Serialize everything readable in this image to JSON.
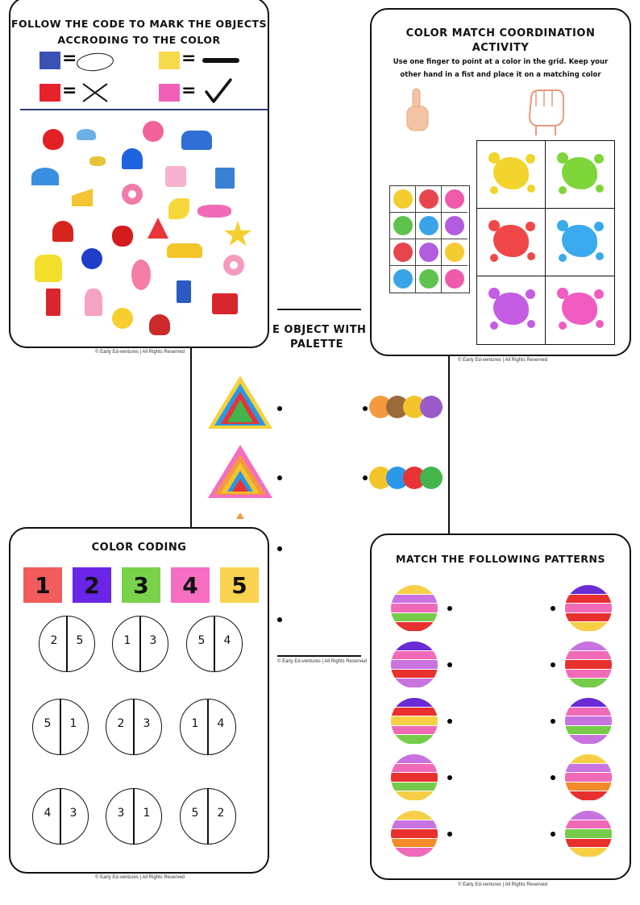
{
  "copyright": "© Early Ed-ventures | All Rights Reserved",
  "card1": {
    "title_line1": "FOLLOW THE CODE TO MARK THE OBJECTS",
    "title_line2": "ACCRODING TO THE COLOR",
    "legend_equals": "=",
    "legend": [
      {
        "color": "#3a52b4",
        "mark": "circle"
      },
      {
        "color": "#f7d94c",
        "mark": "line"
      },
      {
        "color": "#e8222a",
        "mark": "cross"
      },
      {
        "color": "#f060b8",
        "mark": "check"
      }
    ],
    "objects": [
      {
        "icon": "balloon-icon",
        "color": "#e32124"
      },
      {
        "icon": "cap-icon",
        "color": "#6ab2e6"
      },
      {
        "icon": "flower-pink-icon",
        "color": "#f2629a"
      },
      {
        "icon": "car-icon",
        "color": "#2f6fd6"
      },
      {
        "icon": "key-icon",
        "color": "#e6c43a"
      },
      {
        "icon": "heart-icon",
        "color": "#1e63e0"
      },
      {
        "icon": "umbrella-icon",
        "color": "#3a8fe0"
      },
      {
        "icon": "basket-icon",
        "color": "#f6b2d0"
      },
      {
        "icon": "book-icon",
        "color": "#3a7fd6"
      },
      {
        "icon": "cheese-icon",
        "color": "#f4c531"
      },
      {
        "icon": "lifebuoy-icon",
        "color": "#f07aa8"
      },
      {
        "icon": "banana-icon",
        "color": "#f7d83a"
      },
      {
        "icon": "sunglasses-icon",
        "color": "#f06ab8"
      },
      {
        "icon": "beanie-icon",
        "color": "#d8241e"
      },
      {
        "icon": "apple-icon",
        "color": "#d41c1c"
      },
      {
        "icon": "watermelon-icon",
        "color": "#e8343a"
      },
      {
        "icon": "star-icon",
        "color": "#f6cf2e"
      },
      {
        "icon": "raincoat-icon",
        "color": "#f3de2c"
      },
      {
        "icon": "flower-blue-icon",
        "color": "#1e3ec9"
      },
      {
        "icon": "flamingo-icon",
        "color": "#f47ca6"
      },
      {
        "icon": "taxi-icon",
        "color": "#f3c529"
      },
      {
        "icon": "donut-icon",
        "color": "#f59ac0"
      },
      {
        "icon": "door-icon",
        "color": "#d9262e"
      },
      {
        "icon": "dress-icon",
        "color": "#f6a2c2"
      },
      {
        "icon": "duck-icon",
        "color": "#f6cf2e"
      },
      {
        "icon": "bin-icon",
        "color": "#2a5bc4"
      },
      {
        "icon": "mitten-icon",
        "color": "#cc2a2a"
      },
      {
        "icon": "gift-icon",
        "color": "#d9262e"
      }
    ]
  },
  "card2": {
    "title_line1": "COLOR MATCH COORDINATION",
    "title_line2": "ACTIVITY",
    "instruction_line1": "Use one finger to point at a color in the grid. Keep your",
    "instruction_line2": "other hand in a fist and place it on a matching color",
    "grid_colors": [
      "#f3cc2f",
      "#e8454e",
      "#ef5aab",
      "#5ec24c",
      "#39a5e8",
      "#b25ce0",
      "#e8454e",
      "#b25ce0",
      "#f3cc2f",
      "#39a5e8",
      "#5ec24c",
      "#ef5aab"
    ],
    "splats": [
      "#f2d42c",
      "#7ed63a",
      "#f04848",
      "#3aa9ee",
      "#c45ce4",
      "#f25cc0"
    ]
  },
  "card3": {
    "title_line1": "E OBJECT WITH",
    "title_line2": "PALETTE",
    "palette1": [
      "#f39a3e",
      "#9b6a3a",
      "#f2c42a",
      "#9a5ac8"
    ],
    "palette2": [
      "#f2c42a",
      "#2a97e8",
      "#e83434",
      "#43b54a"
    ]
  },
  "card4": {
    "title": "COLOR CODING",
    "code_numbers": [
      "1",
      "2",
      "3",
      "4",
      "5"
    ],
    "code_colors": [
      "#f25c5c",
      "#6a25e6",
      "#79d24a",
      "#f56ec2",
      "#f9d24f"
    ],
    "circles": [
      [
        "2",
        "5"
      ],
      [
        "1",
        "3"
      ],
      [
        "5",
        "4"
      ],
      [
        "5",
        "1"
      ],
      [
        "2",
        "3"
      ],
      [
        "1",
        "4"
      ],
      [
        "4",
        "3"
      ],
      [
        "3",
        "1"
      ],
      [
        "5",
        "2"
      ]
    ]
  },
  "card5": {
    "title": "MATCH THE FOLLOWING PATTERNS",
    "left": [
      [
        "#f6cf46",
        "#c873e0",
        "#f06ab8",
        "#76cc4a",
        "#e8302e"
      ],
      [
        "#6a2ad6",
        "#f06ab8",
        "#c873e0",
        "#e8302e",
        "#c873e0"
      ],
      [
        "#6a2ad6",
        "#e8302e",
        "#f6cf46",
        "#f06ab8",
        "#76cc4a"
      ],
      [
        "#c873e0",
        "#f06ab8",
        "#e8302e",
        "#76cc4a",
        "#f6cf46"
      ],
      [
        "#f6cf46",
        "#c873e0",
        "#e8302e",
        "#f58a2a",
        "#f06ab8"
      ]
    ],
    "right": [
      [
        "#6a2ad6",
        "#e8302e",
        "#f06ab8",
        "#e8302e",
        "#f6cf46"
      ],
      [
        "#c873e0",
        "#f06ab8",
        "#e8302e",
        "#f06ab8",
        "#76cc4a"
      ],
      [
        "#6a2ad6",
        "#f06ab8",
        "#c873e0",
        "#76cc4a",
        "#c873e0"
      ],
      [
        "#f6cf46",
        "#c873e0",
        "#f06ab8",
        "#f58a2a",
        "#e8302e"
      ],
      [
        "#c873e0",
        "#f06ab8",
        "#76cc4a",
        "#e8302e",
        "#f6cf46"
      ]
    ]
  }
}
